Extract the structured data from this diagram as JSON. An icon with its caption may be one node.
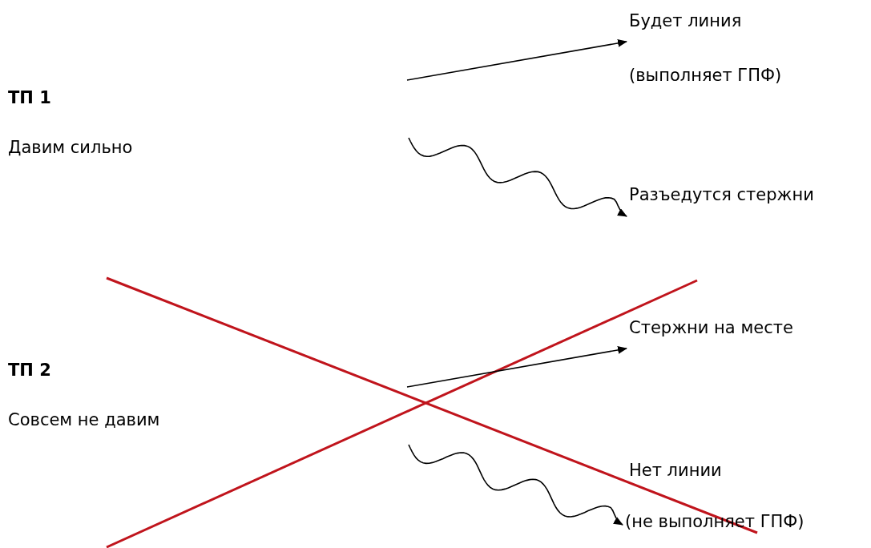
{
  "diagram": {
    "nodes": [
      {
        "text": [
          "ТП 1",
          "Давим сильно"
        ]
      },
      {
        "text": [
          "Будет линия",
          "(выполняет ГПФ)"
        ]
      },
      {
        "text": [
          "Разъедутся стержни"
        ]
      },
      {
        "text": [
          "ТП 2",
          "Совсем не давим"
        ]
      },
      {
        "text": [
          "Стержни на месте"
        ]
      },
      {
        "text": [
          "Нет линии",
          "(не выполняет ГПФ)"
        ]
      }
    ],
    "edges": [
      {
        "from": null,
        "to": 1,
        "arrow": "to"
      },
      {
        "from": null,
        "to": 2,
        "arrow": "to"
      },
      {
        "from": null,
        "to": 4,
        "arrow": "to"
      },
      {
        "from": null,
        "to": 5,
        "arrow": "to"
      }
    ]
  }
}
